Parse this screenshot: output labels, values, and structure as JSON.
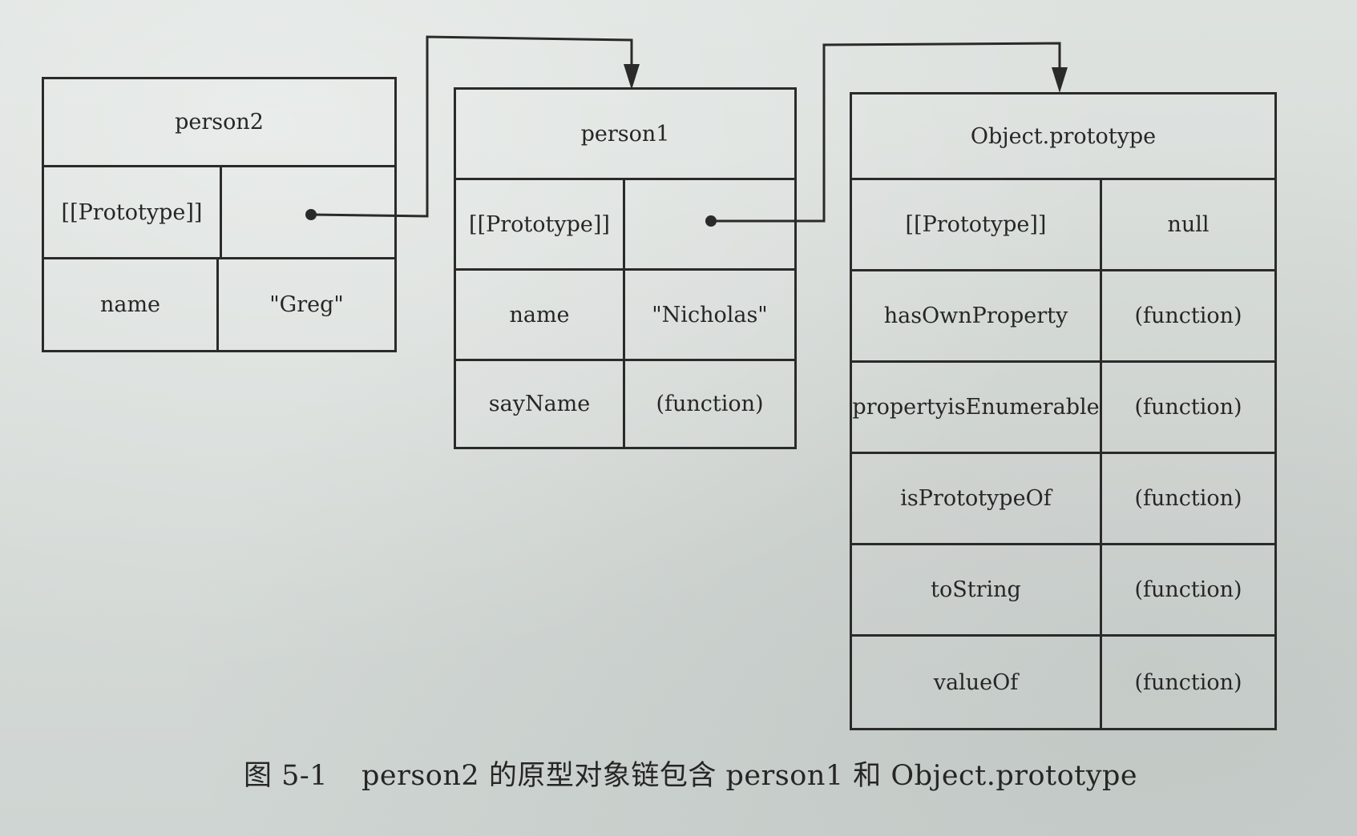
{
  "objects": {
    "person2": {
      "title": "person2",
      "rows": [
        {
          "key": "[[Prototype]]",
          "value": ""
        },
        {
          "key": "name",
          "value": "\"Greg\""
        }
      ]
    },
    "person1": {
      "title": "person1",
      "rows": [
        {
          "key": "[[Prototype]]",
          "value": ""
        },
        {
          "key": "name",
          "value": "\"Nicholas\""
        },
        {
          "key": "sayName",
          "value": "(function)"
        }
      ]
    },
    "object_prototype": {
      "title": "Object.prototype",
      "rows": [
        {
          "key": "[[Prototype]]",
          "value": "null"
        },
        {
          "key": "hasOwnProperty",
          "value": "(function)"
        },
        {
          "key": "propertyisEnumerable",
          "value": "(function)"
        },
        {
          "key": "isPrototypeOf",
          "value": "(function)"
        },
        {
          "key": "toString",
          "value": "(function)"
        },
        {
          "key": "valueOf",
          "value": "(function)"
        }
      ]
    }
  },
  "caption": {
    "figure_number": "图 5-1",
    "text": "person2 的原型对象链包含 person1 和 Object.prototype"
  },
  "colors": {
    "line": "#2a2a2a",
    "background": "#d7dcd9",
    "text": "#262626"
  }
}
